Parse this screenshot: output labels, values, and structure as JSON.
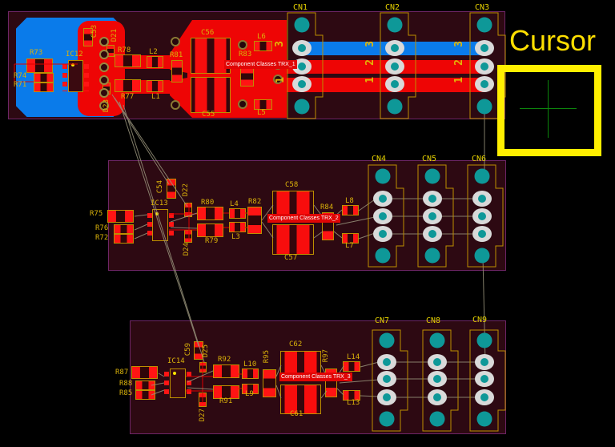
{
  "cursor": {
    "label": "Cursor"
  },
  "connectors": {
    "cn1": "CN1",
    "cn2": "CN2",
    "cn3": "CN3",
    "cn4": "CN4",
    "cn5": "CN5",
    "cn6": "CN6",
    "cn7": "CN7",
    "cn8": "CN8",
    "cn9": "CN9"
  },
  "net_tags": {
    "trx1": "Component Classes TRX_1",
    "trx2": "Component Classes TRX_2",
    "trx3": "Component Classes TRX_3"
  },
  "trace_numbers": {
    "n1": "1",
    "n2": "2",
    "n3": "3"
  },
  "components": {
    "r73": "R73",
    "ic12": "IC12",
    "c53": "C53",
    "d21": "D21",
    "r74": "R74",
    "r71": "R71",
    "r78": "R78",
    "r77": "R77",
    "d23": "D23",
    "l2": "L2",
    "l1": "L1",
    "r81": "R81",
    "c56": "C56",
    "c55": "C55",
    "r83": "R83",
    "l6": "L6",
    "l5": "L5",
    "c54": "C54",
    "d22": "D22",
    "ic13": "IC13",
    "r75": "R75",
    "r76": "R76",
    "r72": "R72",
    "r80": "R80",
    "r79": "R79",
    "d24": "D24",
    "l4": "L4",
    "l3": "L3",
    "r82": "R82",
    "c58": "C58",
    "c57": "C57",
    "r84": "R84",
    "l8": "L8",
    "l7": "L7",
    "c59": "C59",
    "d25": "D25",
    "ic14": "IC14",
    "r87": "R87",
    "r88": "R88",
    "r85": "R85",
    "r92": "R92",
    "r91": "R91",
    "d27": "D27",
    "l10": "L10",
    "l9": "L9",
    "r95": "R95",
    "c62": "C62",
    "c61": "C61",
    "r97": "R97",
    "l14": "L14",
    "l13": "L13"
  },
  "colors": {
    "copper_red": "#ee0505",
    "copper_blue": "#0a7bea",
    "silkscreen_yellow": "#d9b10a",
    "pad_teal": "#0e9898",
    "pad_white": "#d9d9d9",
    "board_dark": "#2d0912",
    "board_outline_purple": "#6d2566",
    "highlight_tag_red": "#e00505",
    "cursor_yellow": "#ffef00",
    "crosshair_green": "#0c840c",
    "ratsnest_gray": "#98937b"
  }
}
